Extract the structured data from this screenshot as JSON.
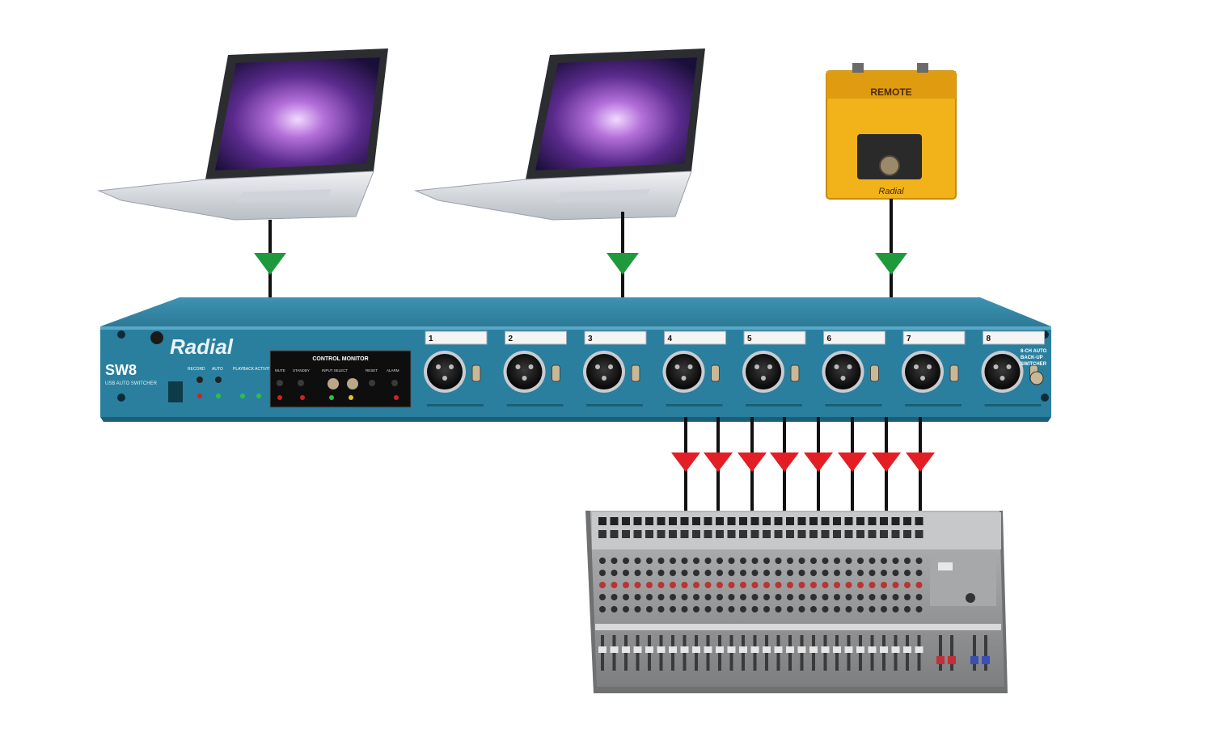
{
  "rack_unit": {
    "brand": "Radial",
    "model": "SW8",
    "model_sub": "USB AUTO SWITCHER",
    "panel_title": "CONTROL MONITOR",
    "panel_labels": [
      "MUTE",
      "STANDBY",
      "INPUT SELECT",
      "RESET",
      "ALARM"
    ],
    "left_labels": [
      "RECORD",
      "AUTO",
      "PLAYBACK ACTIVITY"
    ],
    "right_text": [
      "8-CH AUTO",
      "BACK-UP",
      "SWITCHER"
    ],
    "channels": [
      "1",
      "2",
      "3",
      "4",
      "5",
      "6",
      "7",
      "8"
    ]
  },
  "remote": {
    "brand": "Radial",
    "label": "REMOTE"
  },
  "devices": [
    "laptop-1",
    "laptop-2",
    "footswitch-remote",
    "mixing-console"
  ],
  "colors": {
    "rack_blue": "#2a7f9e",
    "rack_dark": "#1f6680",
    "input_arrow": "#1e9a3c",
    "output_arrow": "#e31e24",
    "remote_yellow": "#f2b21a",
    "console_gray": "#8e8f91"
  },
  "connections": {
    "inputs": 3,
    "outputs": 8
  }
}
